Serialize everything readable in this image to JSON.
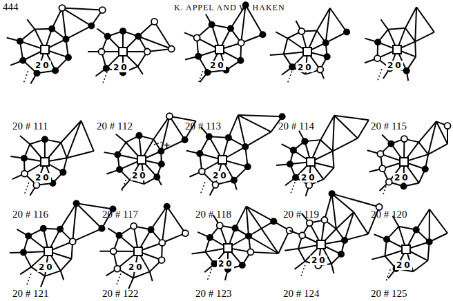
{
  "diagram": {
    "labels": [
      "444",
      "K. APPEL AND W. HAKEN",
      "20",
      "20 # 111",
      "20",
      "20 # 112",
      "20",
      "20 # 113",
      "20",
      "20 # 114",
      "20",
      "20 # 115",
      "20",
      "20 # 116",
      "20",
      "20 # 117",
      "+",
      "20",
      "20 # 118",
      "20",
      "20 # 119",
      "20",
      "20 # 120",
      "20",
      "20 # 121",
      "20",
      "20 # 122",
      "20",
      "20 # 123",
      "20",
      "20 # 124",
      "20",
      "20 # 125"
    ]
  }
}
